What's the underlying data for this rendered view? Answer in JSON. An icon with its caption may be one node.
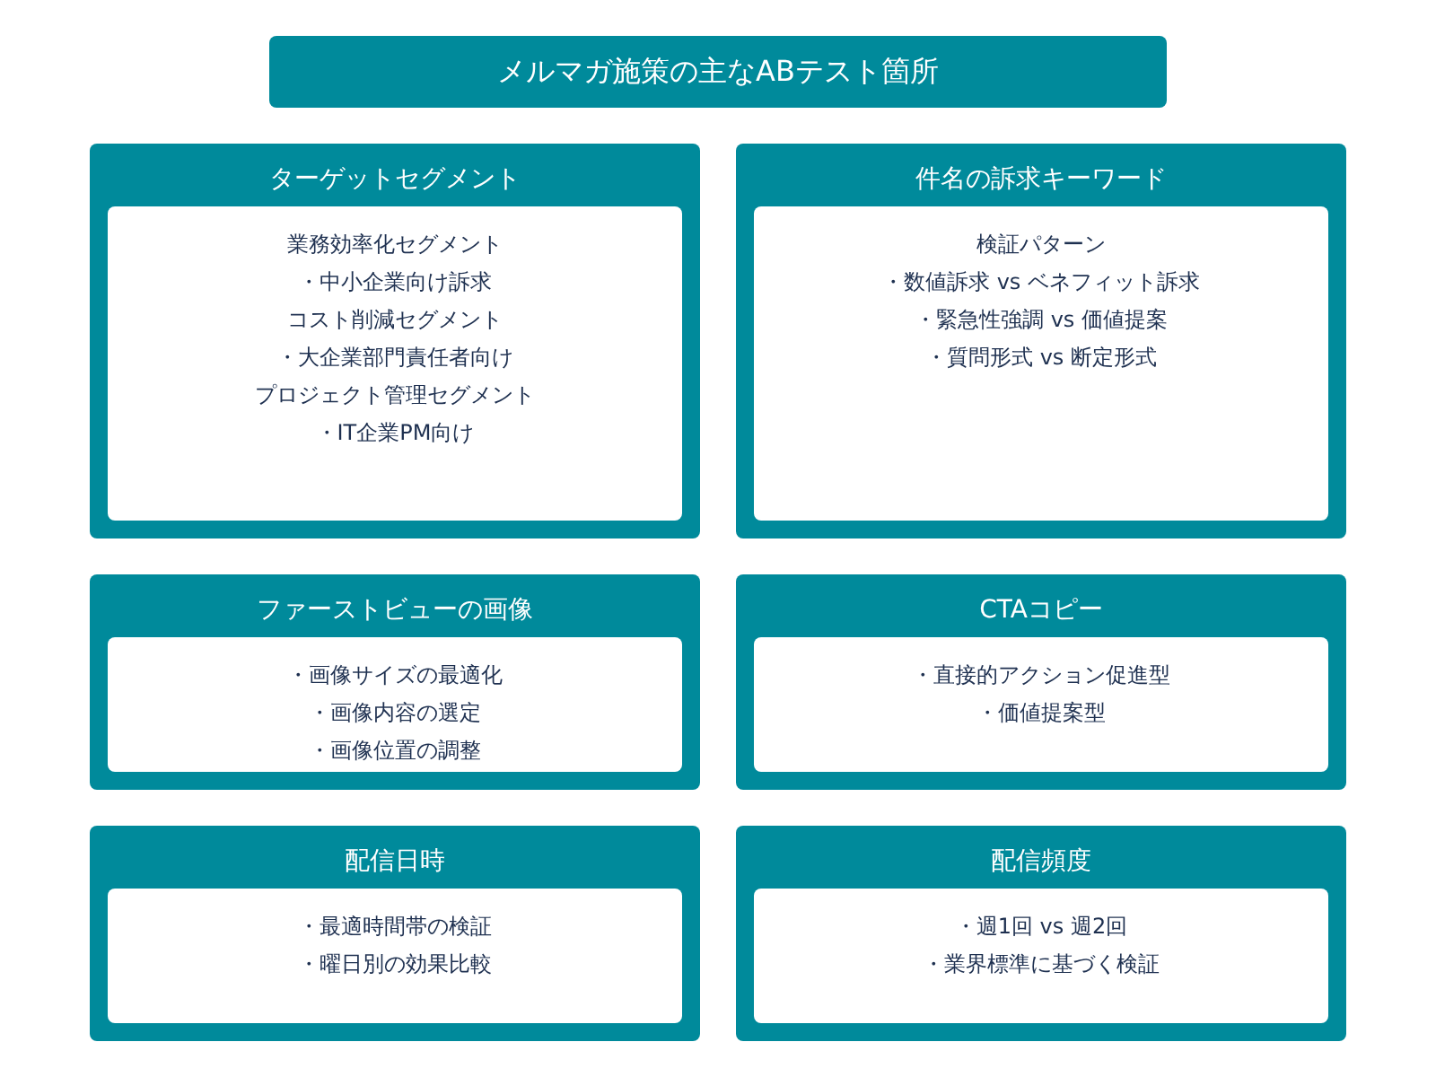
{
  "diagram": {
    "title": "メルマガ施策の主なABテスト箇所",
    "nodes": [
      {
        "text": [
          "ターゲットセグメント"
        ]
      },
      {
        "text": [
          "業務効率化セグメント",
          "・中小企業向け訴求",
          "コスト削減セグメント",
          "・大企業部門責任者向け",
          "プロジェクト管理セグメント",
          "・IT企業PM向け"
        ],
        "in": 0
      },
      {
        "text": [
          "件名の訴求キーワード"
        ]
      },
      {
        "text": [
          "検証パターン",
          "・数値訴求 vs ベネフィット訴求",
          "・緊急性強調 vs 価値提案",
          "・質問形式 vs 断定形式"
        ],
        "in": 2
      },
      {
        "text": [
          "ファーストビューの画像"
        ]
      },
      {
        "text": [
          "・画像サイズの最適化",
          "・画像内容の選定",
          "・画像位置の調整"
        ],
        "in": 4
      },
      {
        "text": [
          "CTAコピー"
        ]
      },
      {
        "text": [
          "・直接的アクション促進型",
          "・価値提案型"
        ],
        "in": 6
      },
      {
        "text": [
          "配信日時"
        ]
      },
      {
        "text": [
          "・最適時間帯の検証",
          "・曜日別の効果比較"
        ],
        "in": 8
      },
      {
        "text": [
          "配信頻度"
        ]
      },
      {
        "text": [
          "・週1回 vs 週2回",
          "・業界標準に基づく検証"
        ],
        "in": 10
      }
    ],
    "edges": []
  }
}
